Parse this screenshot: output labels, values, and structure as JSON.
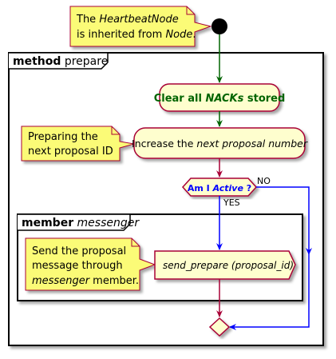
{
  "start_note": {
    "line1_prefix": "The ",
    "line1_italic": "HeartbeatNode",
    "line2_prefix": "is inherited from ",
    "line2_italic": "Node",
    "line2_suffix": "."
  },
  "method_frame": {
    "keyword": "method",
    "name": "prepare"
  },
  "clear_activity": {
    "prefix": "Clear all ",
    "italic": "NACKs",
    "suffix": " stored"
  },
  "increase_note": {
    "line1": "Preparing the",
    "line2": "next proposal ID"
  },
  "increase_activity": {
    "prefix": "Increase the ",
    "italic": "next proposal number"
  },
  "decision": {
    "prefix": "Am I ",
    "italic": "Active",
    "suffix": " ?",
    "no_label": "NO",
    "yes_label": "YES"
  },
  "member_frame": {
    "keyword": "member",
    "name": "messenger"
  },
  "send_note": {
    "line1": "Send the proposal",
    "line2": "message through",
    "line3_italic": "messenger",
    "line3_suffix": " member."
  },
  "send_activity": {
    "label": "send_prepare (proposal_id)"
  },
  "colors": {
    "note_fill": "#FBFB77",
    "activity_fill": "#FEFECE",
    "border": "#A80036",
    "green": "#006400",
    "blue": "#0000FF",
    "crimson": "#A80036",
    "black": "#000000"
  }
}
